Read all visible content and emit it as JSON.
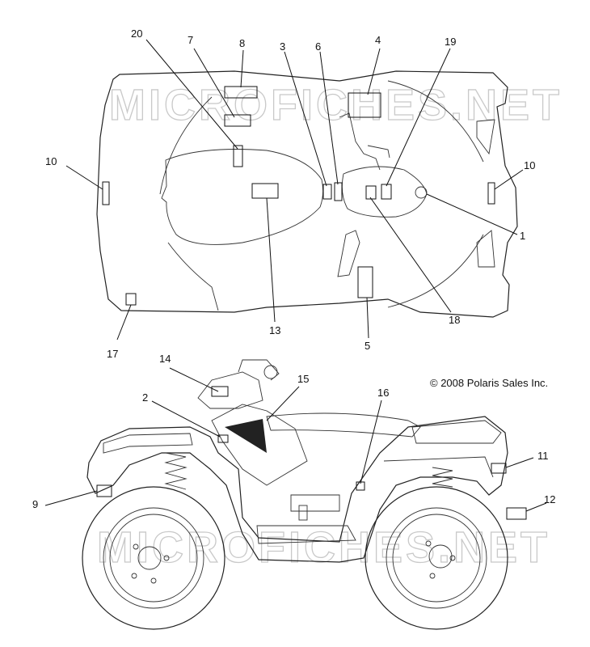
{
  "copyright": "© 2008 Polaris Sales Inc.",
  "watermark": "MICROFICHES.NET",
  "callouts": {
    "c1": "1",
    "c2": "2",
    "c3": "3",
    "c4": "4",
    "c5": "5",
    "c6": "6",
    "c7": "7",
    "c8": "8",
    "c9": "9",
    "c10a": "10",
    "c10b": "10",
    "c11": "11",
    "c12": "12",
    "c13": "13",
    "c14": "14",
    "c15": "15",
    "c16": "16",
    "c17": "17",
    "c18": "18",
    "c19": "19",
    "c20": "20"
  }
}
